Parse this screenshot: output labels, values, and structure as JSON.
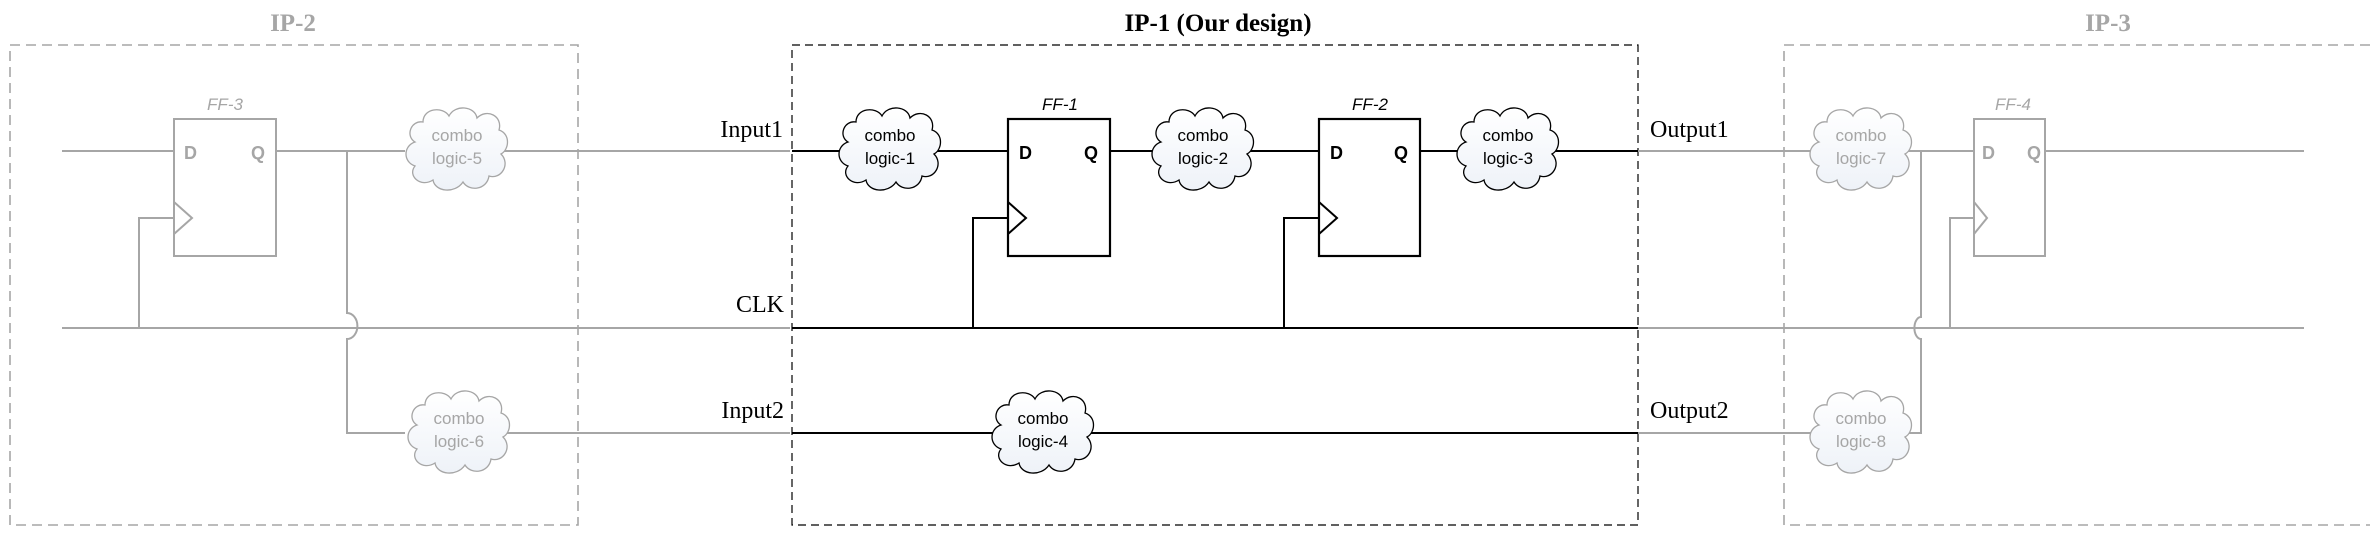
{
  "blocks": {
    "ip2": {
      "title": "IP-2"
    },
    "ip1": {
      "title": "IP-1 (Our design)"
    },
    "ip3": {
      "title": "IP-3"
    }
  },
  "signals": {
    "input1": "Input1",
    "input2": "Input2",
    "clk": "CLK",
    "output1": "Output1",
    "output2": "Output2"
  },
  "flipflops": {
    "ff1": {
      "name": "FF-1",
      "d": "D",
      "q": "Q"
    },
    "ff2": {
      "name": "FF-2",
      "d": "D",
      "q": "Q"
    },
    "ff3": {
      "name": "FF-3",
      "d": "D",
      "q": "Q"
    },
    "ff4": {
      "name": "FF-4",
      "d": "D",
      "q": "Q"
    }
  },
  "combo": {
    "c1": {
      "line1": "combo",
      "line2": "logic-1"
    },
    "c2": {
      "line1": "combo",
      "line2": "logic-2"
    },
    "c3": {
      "line1": "combo",
      "line2": "logic-3"
    },
    "c4": {
      "line1": "combo",
      "line2": "logic-4"
    },
    "c5": {
      "line1": "combo",
      "line2": "logic-5"
    },
    "c6": {
      "line1": "combo",
      "line2": "logic-6"
    },
    "c7": {
      "line1": "combo",
      "line2": "logic-7"
    },
    "c8": {
      "line1": "combo",
      "line2": "logic-8"
    }
  },
  "colors": {
    "active": "#000000",
    "faded": "#a6a6a6",
    "faded_title": "#a6a6a6"
  }
}
